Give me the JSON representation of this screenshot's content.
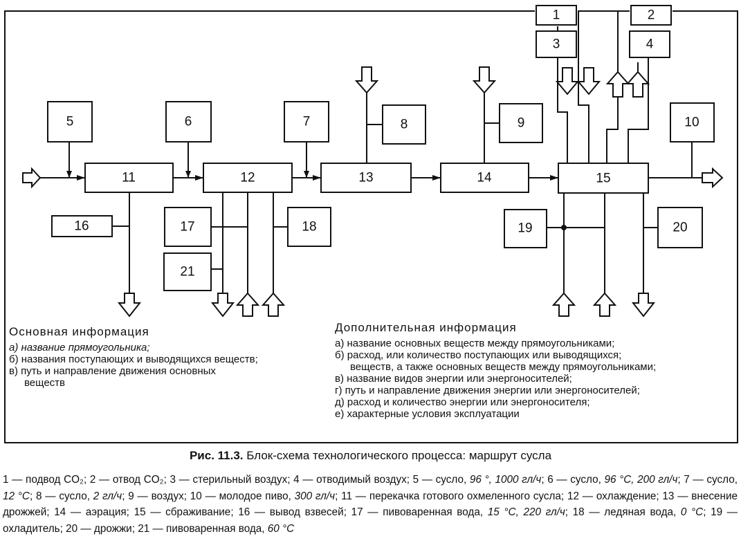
{
  "blocks": {
    "b1": "1",
    "b2": "2",
    "b3": "3",
    "b4": "4",
    "b5": "5",
    "b6": "6",
    "b7": "7",
    "b8": "8",
    "b9": "9",
    "b10": "10",
    "b11": "11",
    "b12": "12",
    "b13": "13",
    "b14": "14",
    "b15": "15",
    "b16": "16",
    "b17": "17",
    "b18": "18",
    "b19": "19",
    "b20": "20",
    "b21": "21"
  },
  "main_info": {
    "title": "Основная  информация",
    "items": [
      "а) название прямоугольника;",
      "б) названия поступающих и выводящихся веществ;",
      "в) путь и направление движения основных",
      "веществ"
    ]
  },
  "extra_info": {
    "title": "Дополнительная  информация",
    "items": [
      "а) название основных веществ между прямоугольниками;",
      "б) расход, или количество поступающих или выводящихся;",
      "веществ, а также основных веществ между прямоугольниками;",
      "в) название видов энергии или энергоносителей;",
      "г) путь и направление движения энергии или энергоносителей;",
      "д) расход и количество энергии или энергоносителя;",
      "е) характерные условия эксплуатации"
    ]
  },
  "caption": {
    "label": "Рис. 11.3.",
    "text": " Блок-схема технологического процесса: маршрут сусла"
  },
  "legend": [
    {
      "n": "1 —",
      "t": " подвод CO₂; "
    },
    {
      "n": "2 —",
      "t": " отвод CO₂; "
    },
    {
      "n": "3 —",
      "t": " стерильный воздух; "
    },
    {
      "n": "4 —",
      "t": " отводимый воздух; "
    },
    {
      "n": "5 —",
      "t": " сусло, ",
      "v": "96 °, 1000 гл/ч",
      "e": "; "
    },
    {
      "n": "6 —",
      "t": " сусло, ",
      "v": "96 °С, 200 гл/ч",
      "e": "; "
    },
    {
      "n": "7 —",
      "t": " сусло, ",
      "v": "12 °С",
      "e": "; "
    },
    {
      "n": "8 —",
      "t": " сусло, ",
      "v": "2 гл/ч",
      "e": "; "
    },
    {
      "n": "9 —",
      "t": " воздух; "
    },
    {
      "n": "10 —",
      "t": " молодое пиво, ",
      "v": "300 гл/ч",
      "e": "; "
    },
    {
      "n": "11 —",
      "t": " перекачка готового охмеленного сусла; "
    },
    {
      "n": "12 —",
      "t": " охлаждение; "
    },
    {
      "n": "13 —",
      "t": " внесение дрожжей; "
    },
    {
      "n": "14 —",
      "t": " аэрация; "
    },
    {
      "n": "15 —",
      "t": " сбраживание; "
    },
    {
      "n": "16 —",
      "t": " вывод взвесей; "
    },
    {
      "n": "17 —",
      "t": " пивоваренная вода, ",
      "v": "15 °С, 220 гл/ч",
      "e": "; "
    },
    {
      "n": "18 —",
      "t": " ледяная вода, ",
      "v": "0 °С",
      "e": "; "
    },
    {
      "n": "19 —",
      "t": " охладитель; "
    },
    {
      "n": "20 —",
      "t": " дрожжи; "
    },
    {
      "n": "21 —",
      "t": " пивоваренная вода, ",
      "v": "60 °С",
      "e": ""
    }
  ]
}
